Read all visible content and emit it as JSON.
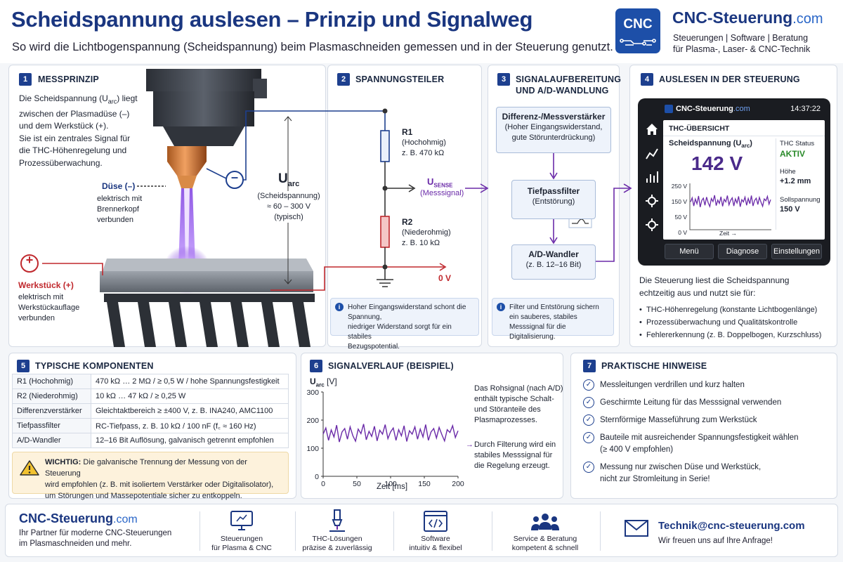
{
  "header": {
    "title": "Scheidspannung auslesen – Prinzip und Signalweg",
    "subtitle": "So wird die Lichtbogenspannung (Scheidspannung) beim Plasmaschneiden gemessen und in der Steuerung genutzt.",
    "logo_text": "CNC",
    "brand_name": "CNC-Steuerung",
    "brand_domain": ".com",
    "brand_tag_line1": "Steuerungen | Software | Beratung",
    "brand_tag_line2": "für Plasma-, Laser- & CNC-Technik"
  },
  "panel1": {
    "num": "1",
    "title": "MESSPRINZIP",
    "desc": [
      "Die Scheidspannung (U",
      "arc",
      ") liegt",
      "zwischen der Plasmadüse (–)",
      "und dem Werkstück (+).",
      "Sie ist ein zentrales Signal für",
      "die THC-Höhenregelung und",
      "Prozessüberwachung."
    ],
    "duese_label": "Düse (–)",
    "duese_desc": [
      "elektrisch mit",
      "Brennerkopf",
      "verbunden"
    ],
    "werk_label": "Werkstück (+)",
    "werk_desc": [
      "elektrisch mit",
      "Werkstückauflage",
      "verbunden"
    ],
    "uarc_main": "U",
    "uarc_sub": "arc",
    "uarc_desc": [
      "(Scheidspannung)",
      "≈ 60 – 300 V",
      "(typisch)"
    ],
    "minus": "–",
    "plus": "+"
  },
  "panel2": {
    "num": "2",
    "title": "SPANNUNGSTEILER",
    "r1_name": "R1",
    "r1_desc": [
      "(Hochohmig)",
      "z. B. 470 kΩ"
    ],
    "r2_name": "R2",
    "r2_desc": [
      "(Niederohmig)",
      "z. B. 10 kΩ"
    ],
    "usense_main": "U",
    "usense_sub": "SENSE",
    "usense_desc": "(Messsignal)",
    "zero_v": "0 V",
    "note": [
      "Hoher Eingangswiderstand schont die Spannung,",
      "niedriger Widerstand sorgt für ein stabiles",
      "Bezugspotential."
    ]
  },
  "panel3": {
    "num": "3",
    "title_line1": "SIGNALAUFBEREITUNG",
    "title_line2": "UND A/D-WANDLUNG",
    "box1_title": "Differenz-/Messverstärker",
    "box1_desc": [
      "(Hoher Eingangswiderstand,",
      "gute Störunterdrückung)"
    ],
    "box2_title": "Tiefpassfilter",
    "box2_desc": "(Entstörung)",
    "box3_title": "A/D-Wandler",
    "box3_desc": "(z. B. 12–16 Bit)",
    "note": [
      "Filter und Entstörung sichern",
      "ein sauberes, stabiles",
      "Messsignal für die Digitalisierung."
    ]
  },
  "panel4": {
    "num": "4",
    "title": "AUSLESEN IN DER STEUERUNG",
    "screen_brand": "CNC-Steuerung",
    "screen_domain": ".com",
    "screen_time": "14:37:22",
    "screen_tab": "THC-ÜBERSICHT",
    "screen_label": "Scheidspannung (U",
    "screen_label_sub": "arc",
    "screen_value": "142 V",
    "status_label": "THC Status",
    "status_value": "AKTIV",
    "height_label": "Höhe",
    "height_value": "+1.2 mm",
    "target_label": "Sollspannung",
    "target_value": "150 V",
    "axis_labels": [
      "250 V",
      "150 V",
      "50 V",
      "0 V"
    ],
    "axis_x": "Zeit →",
    "buttons": [
      "Menü",
      "Diagnose",
      "Einstellungen"
    ],
    "desc": [
      "Die Steuerung liest die Scheidspannung",
      "echtzeitig aus und nutzt sie für:"
    ],
    "bullets": [
      "THC-Höhenregelung (konstante Lichtbogenlänge)",
      "Prozessüberwachung und Qualitätskontrolle",
      "Fehlererkennung (z. B. Doppelbogen, Kurzschluss)"
    ]
  },
  "panel5": {
    "num": "5",
    "title": "TYPISCHE KOMPONENTEN",
    "rows": [
      [
        "R1 (Hochohmig)",
        "470 kΩ … 2 MΩ  /  ≥ 0,5 W  /  hohe Spannungsfestigkeit"
      ],
      [
        "R2 (Niederohmig)",
        "10 kΩ … 47 kΩ  /  ≥ 0,25 W"
      ],
      [
        "Differenzverstärker",
        "Gleichtaktbereich ≥ ±400 V, z. B. INA240, AMC1100"
      ],
      [
        "Tiefpassfilter",
        "RC-Tiefpass, z. B. 10 kΩ / 100 nF (f꜀ ≈ 160 Hz)"
      ],
      [
        "A/D-Wandler",
        "12–16 Bit Auflösung, galvanisch getrennt empfohlen"
      ]
    ],
    "warn_bold": "WICHTIG:",
    "warn_line1": " Die galvanische Trennung der Messung von der Steuerung",
    "warn_line2": "wird empfohlen (z. B. mit isoliertem Verstärker oder Digitalisolator),",
    "warn_line3": "um Störungen und Massepotentiale sicher zu entkoppeln."
  },
  "panel6": {
    "num": "6",
    "title": "SIGNALVERLAUF (BEISPIEL)",
    "desc1": [
      "Das Rohsignal (nach A/D)",
      "enthält typische Schalt-",
      "und Störanteile des",
      "Plasmaprozesses."
    ],
    "desc2_arrow": "→",
    "desc2": [
      "Durch Filterung wird ein",
      "stabiles Messsignal für",
      "die Regelung erzeugt."
    ]
  },
  "chart_data": {
    "type": "line",
    "ylabel_main": "U",
    "ylabel_sub": "arc",
    "ylabel_unit": "[V]",
    "xlabel": "Zeit [ms]",
    "xlim": [
      0,
      200
    ],
    "ylim": [
      0,
      300
    ],
    "xticks": [
      "0",
      "50",
      "100",
      "150",
      "200"
    ],
    "yticks": [
      "300",
      "200",
      "100",
      "0"
    ],
    "grid": false,
    "series": [
      {
        "color": "#6a2aa8",
        "x": [
          0,
          4,
          8,
          12,
          16,
          20,
          24,
          28,
          32,
          36,
          40,
          44,
          48,
          52,
          56,
          60,
          64,
          68,
          72,
          76,
          80,
          84,
          88,
          92,
          96,
          100,
          104,
          108,
          112,
          116,
          120,
          124,
          128,
          132,
          136,
          140,
          144,
          148,
          152,
          156,
          160,
          164,
          168,
          172,
          176,
          180,
          184,
          188,
          192,
          196,
          200
        ],
        "values": [
          150,
          172,
          128,
          165,
          140,
          182,
          122,
          158,
          170,
          132,
          176,
          145,
          125,
          168,
          152,
          186,
          130,
          160,
          142,
          178,
          126,
          164,
          150,
          184,
          134,
          158,
          172,
          128,
          166,
          144,
          180,
          124,
          162,
          150,
          176,
          132,
          168,
          140,
          184,
          128,
          158,
          170,
          136,
          174,
          148,
          126,
          166,
          156,
          180,
          138,
          162
        ]
      }
    ]
  },
  "panel7": {
    "num": "7",
    "title": "PRAKTISCHE HINWEISE",
    "check_mark": "✓",
    "hints": [
      [
        "Messleitungen verdrillen und kurz halten"
      ],
      [
        "Geschirmte Leitung für das Messsignal verwenden"
      ],
      [
        "Sternförmige Masseführung zum Werkstück"
      ],
      [
        "Bauteile mit ausreichender Spannungsfestigkeit wählen",
        "(≥ 400 V empfohlen)"
      ],
      [
        "Messung nur zwischen Düse und Werkstück,",
        "nicht zur Stromleitung in Serie!"
      ]
    ]
  },
  "footer": {
    "brand_name": "CNC-Steuerung",
    "brand_domain": ".com",
    "tag": [
      "Ihr Partner für moderne CNC-Steuerungen",
      "im Plasmaschneiden und mehr."
    ],
    "items": [
      [
        "Steuerungen",
        "für Plasma & CNC"
      ],
      [
        "THC-Lösungen",
        "präzise & zuverlässig"
      ],
      [
        "Software",
        "intuitiv & flexibel"
      ],
      [
        "Service & Beratung",
        "kompetent & schnell"
      ]
    ],
    "email": "Technik@cnc-steuerung.com",
    "email_sub": "Wir freuen uns auf Ihre Anfrage!"
  },
  "colors": {
    "brand_blue": "#1a3680",
    "accent_purple": "#6a2aa8",
    "signal_red": "#c0282d",
    "status_green": "#2a8a2a"
  }
}
